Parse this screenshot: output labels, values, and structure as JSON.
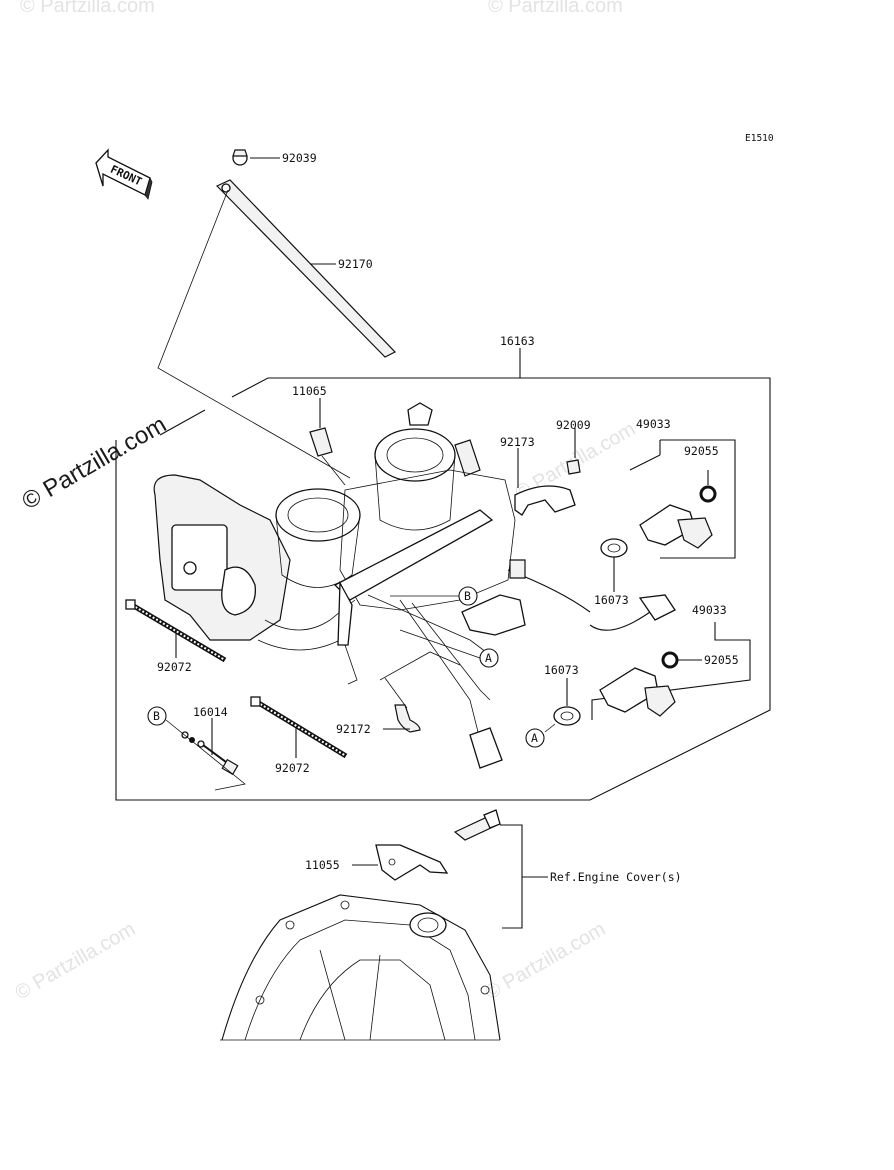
{
  "diagram_code": "E1510",
  "front_arrow": "FRONT",
  "watermark": "© Partzilla.com",
  "reference_note": "Ref.Engine Cover(s)",
  "callouts": {
    "c92039": "92039",
    "c92170": "92170",
    "c16163": "16163",
    "c11065": "11065",
    "c92009": "92009",
    "c49033a": "49033",
    "c92173": "92173",
    "c92055a": "92055",
    "c16073a": "16073",
    "c49033b": "49033",
    "c92055b": "92055",
    "c92072a": "92072",
    "c16073b": "16073",
    "c16014": "16014",
    "c92172": "92172",
    "c92072b": "92072",
    "c11055": "11055"
  },
  "markers": {
    "A": "A",
    "B": "B"
  }
}
